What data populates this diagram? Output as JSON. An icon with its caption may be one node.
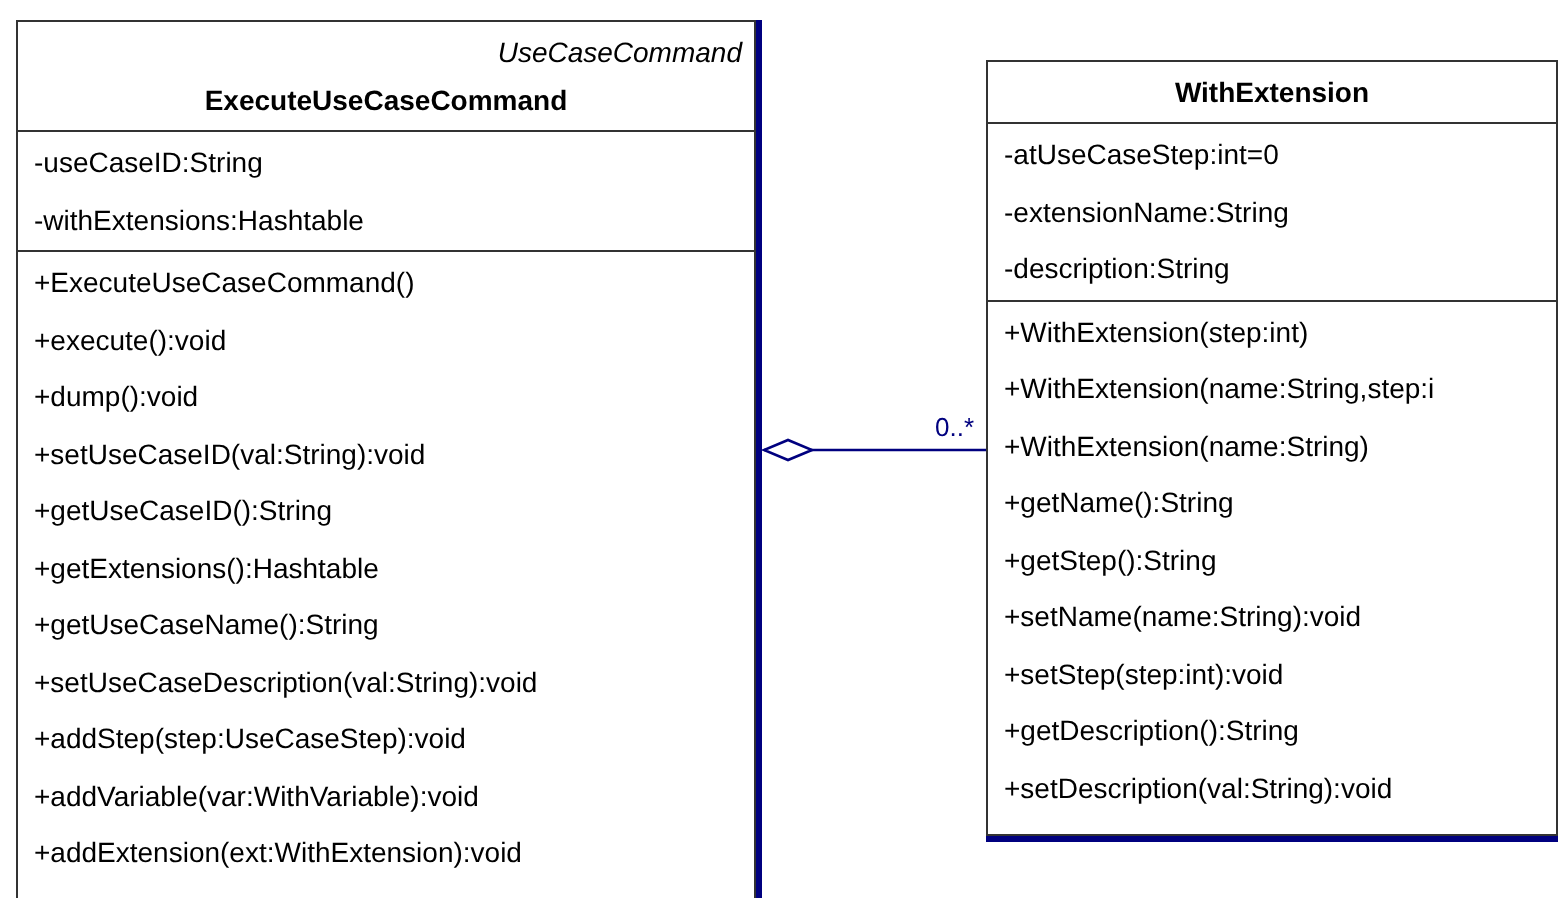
{
  "diagram": {
    "nodes": [
      {
        "text": [
          "UseCaseCommand",
          "ExecuteUseCaseCommand"
        ]
      },
      {
        "text": [
          "-useCaseID:String",
          "-withExtensions:Hashtable"
        ],
        "in": 0
      },
      {
        "text": [
          "+ExecuteUseCaseCommand()",
          "+execute():void",
          "+dump():void",
          "+setUseCaseID(val:String):void",
          "+getUseCaseID():String",
          "+getExtensions():Hashtable",
          "+getUseCaseName():String",
          "+setUseCaseDescription(val:String):void",
          "+addStep(step:UseCaseStep):void",
          "+addVariable(var:WithVariable):void",
          "+addExtension(ext:WithExtension):void"
        ],
        "in": 0
      },
      {
        "text": [
          "WithExtension"
        ]
      },
      {
        "text": [
          "-atUseCaseStep:int=0",
          "-extensionName:String",
          "-description:String"
        ],
        "in": 3
      },
      {
        "text": [
          "+WithExtension(step:int)",
          "+WithExtension(name:String,step:i",
          "+WithExtension(name:String)",
          "+getName():String",
          "+getStep():String",
          "+setName(name:String):void",
          "+setStep(step:int):void",
          "+getDescription():String",
          "+setDescription(val:String):void"
        ],
        "in": 3
      }
    ],
    "edges": [
      {
        "from": 3,
        "to": 0,
        "arrow": "other",
        "label": "0..*"
      }
    ]
  }
}
